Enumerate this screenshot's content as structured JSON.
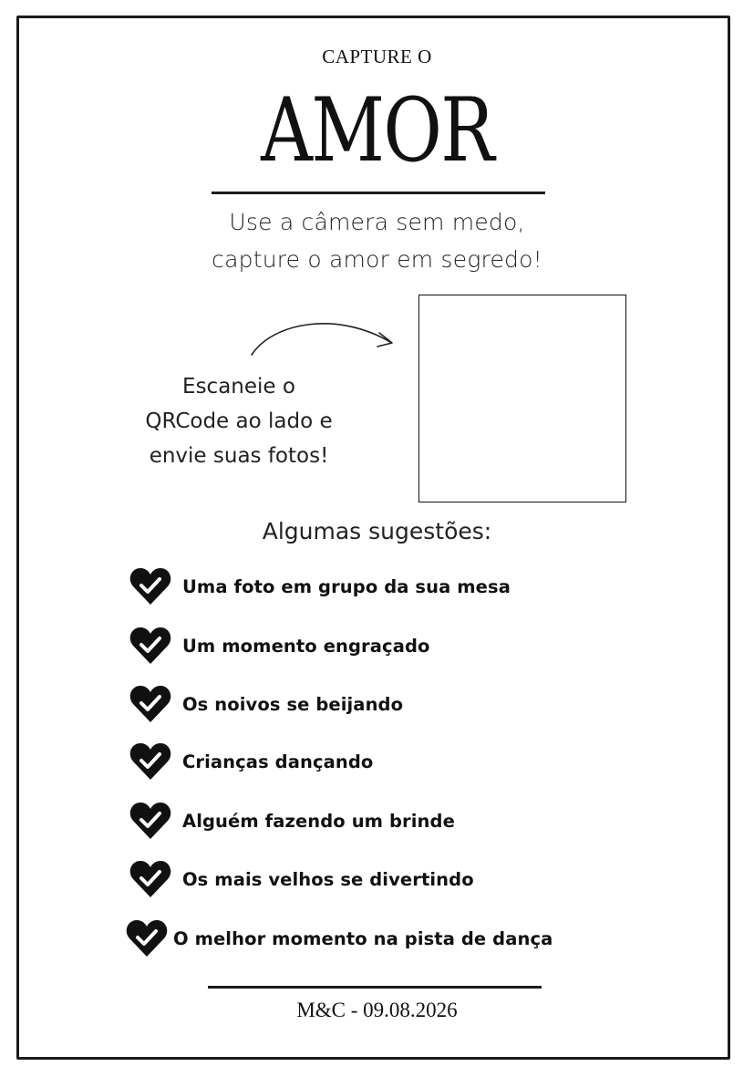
{
  "header": {
    "pre_title": "CAPTURE O",
    "title": "AMOR"
  },
  "subtitle": {
    "line1": "Use a câmera sem medo,",
    "line2": "capture o amor em segredo!"
  },
  "scan": {
    "line1": "Escaneie o",
    "line2": "QRCode ao lado e",
    "line3": "envie suas fotos!"
  },
  "suggestions": {
    "title": "Algumas sugestões:",
    "items": [
      "Uma foto em grupo da sua mesa",
      "Um momento engraçado",
      "Os noivos se beijando",
      "Crianças dançando",
      "Alguém fazendo um brinde",
      "Os mais velhos se divertindo",
      "O melhor momento na pista de dança"
    ]
  },
  "footer": {
    "text": "M&C - 09.08.2026"
  },
  "icons": {
    "bullet": "heart-check-icon",
    "arrow": "curved-arrow-icon"
  },
  "colors": {
    "ink": "#111111",
    "background": "#ffffff"
  }
}
